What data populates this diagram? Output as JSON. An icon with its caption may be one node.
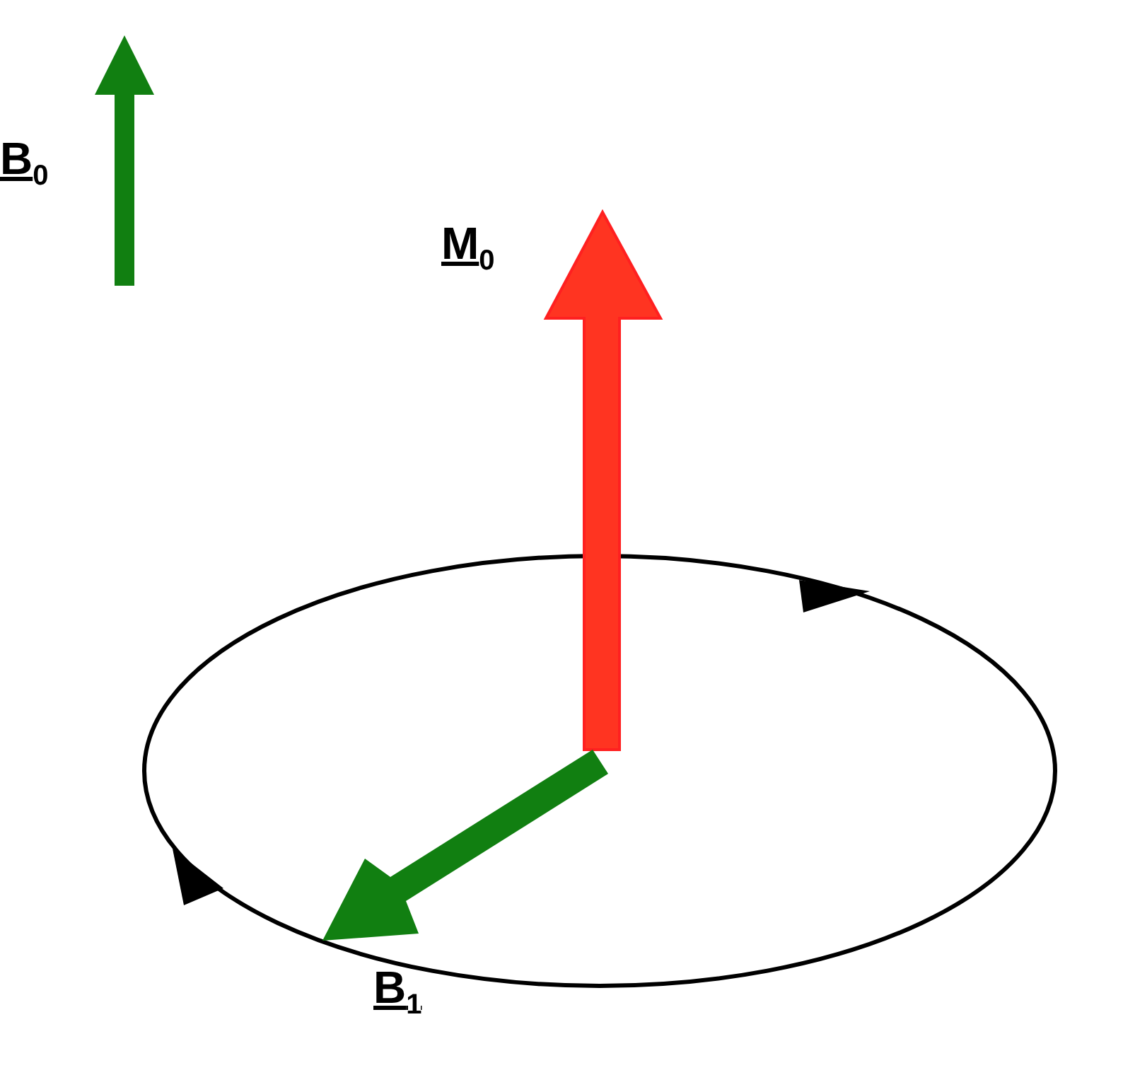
{
  "diagram": {
    "labels": [
      "B$_{0}$",
      "M$_{0}$",
      "B$_{1}$"
    ]
  }
}
